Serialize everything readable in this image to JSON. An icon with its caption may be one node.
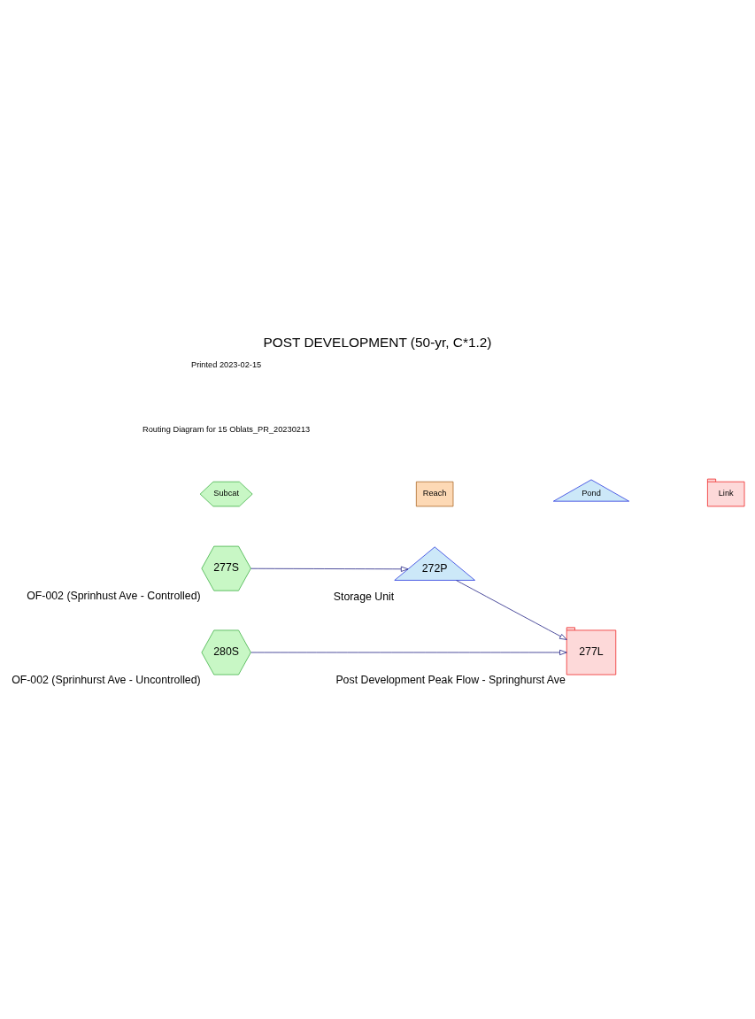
{
  "diagram": {
    "title": "POST DEVELOPMENT (50-yr, C*1.2)",
    "nodes": [
      {
        "text": [
          "277S"
        ],
        "beside": [
          "OF-002 (Sprinhust Ave - Controlled)"
        ]
      },
      {
        "text": [
          "272P"
        ],
        "beside": [
          "Storage Unit"
        ]
      },
      {
        "text": [
          "280S"
        ],
        "beside": [
          "OF-002 (Sprinhurst Ave - Uncontrolled)"
        ]
      },
      {
        "text": [
          "277L"
        ],
        "beside": [
          "Post Development Peak Flow - Springhurst Ave"
        ]
      }
    ],
    "edges": [
      {
        "from": 0,
        "to": 1,
        "arrow": "to"
      },
      {
        "from": 1,
        "to": 3,
        "arrow": "to"
      },
      {
        "from": 2,
        "to": 3,
        "arrow": "to"
      }
    ],
    "labels": [
      "Routing Diagram for 15 Oblats_PR_20230213",
      "Printed 2023-02-15"
    ],
    "legend": [
      {
        "text": "Subcat",
        "color": "#c8f7c5"
      },
      {
        "text": "Reach",
        "color": "#fdd9b5"
      },
      {
        "text": "Pond",
        "color": "#cce8f8"
      },
      {
        "text": "Link",
        "color": "#fdd9d9"
      }
    ]
  }
}
